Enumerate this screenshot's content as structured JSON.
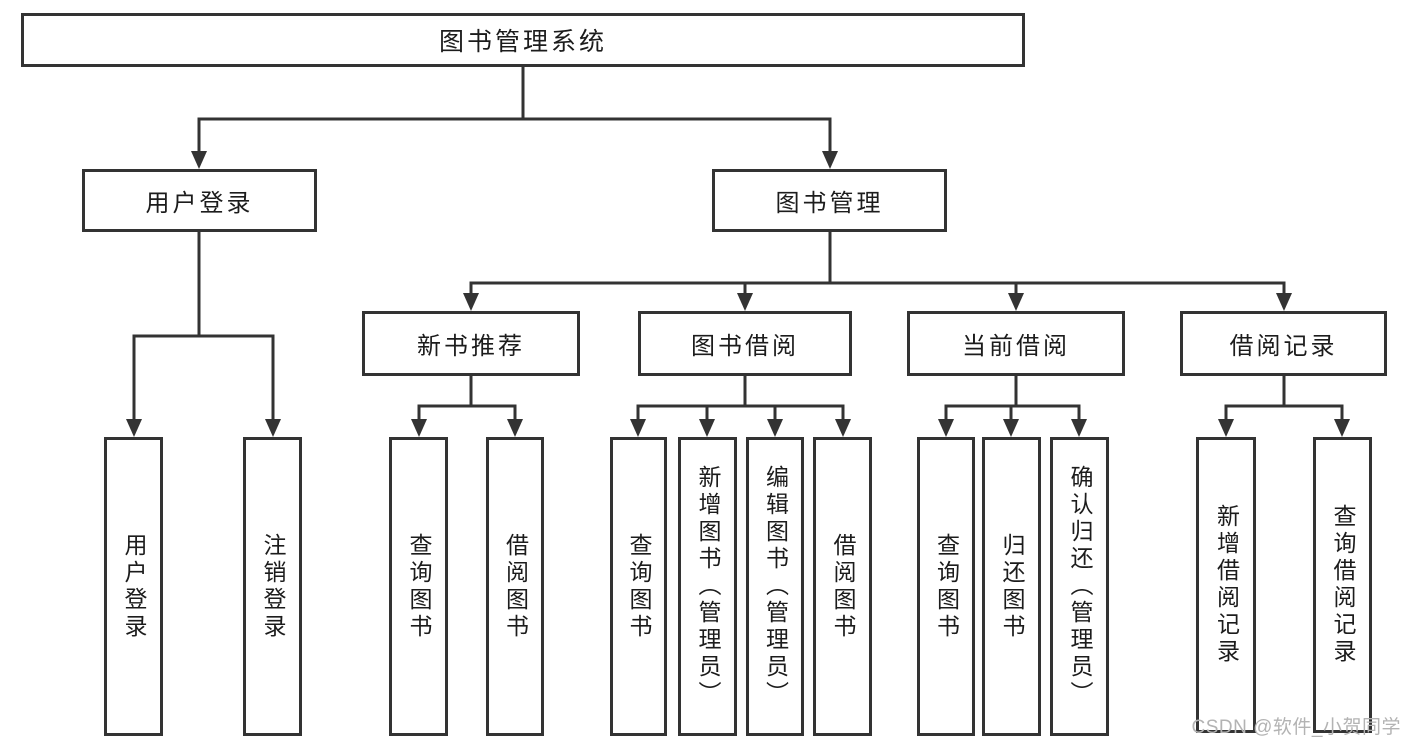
{
  "diagram": {
    "root": {
      "label": "图书管理系统"
    },
    "level2": [
      {
        "label": "用户登录"
      },
      {
        "label": "图书管理"
      }
    ],
    "level3": [
      {
        "label": "新书推荐"
      },
      {
        "label": "图书借阅"
      },
      {
        "label": "当前借阅"
      },
      {
        "label": "借阅记录"
      }
    ],
    "leaves": {
      "user_login": [
        "用户登录",
        "注销登录"
      ],
      "new_books": [
        "查询图书",
        "借阅图书"
      ],
      "book_borrow": [
        "查询图书",
        "新增图书（管理员）",
        "编辑图书（管理员）",
        "借阅图书"
      ],
      "current_borrow": [
        "查询图书",
        "归还图书",
        "确认归还（管理员）"
      ],
      "borrow_records": [
        "新增借阅记录",
        "查询借阅记录"
      ]
    }
  },
  "watermark": "CSDN @软件_小贺同学",
  "colors": {
    "line": "#333333",
    "text": "#1c1c1c",
    "watermark": "#b3b3b3",
    "background": "#ffffff"
  }
}
